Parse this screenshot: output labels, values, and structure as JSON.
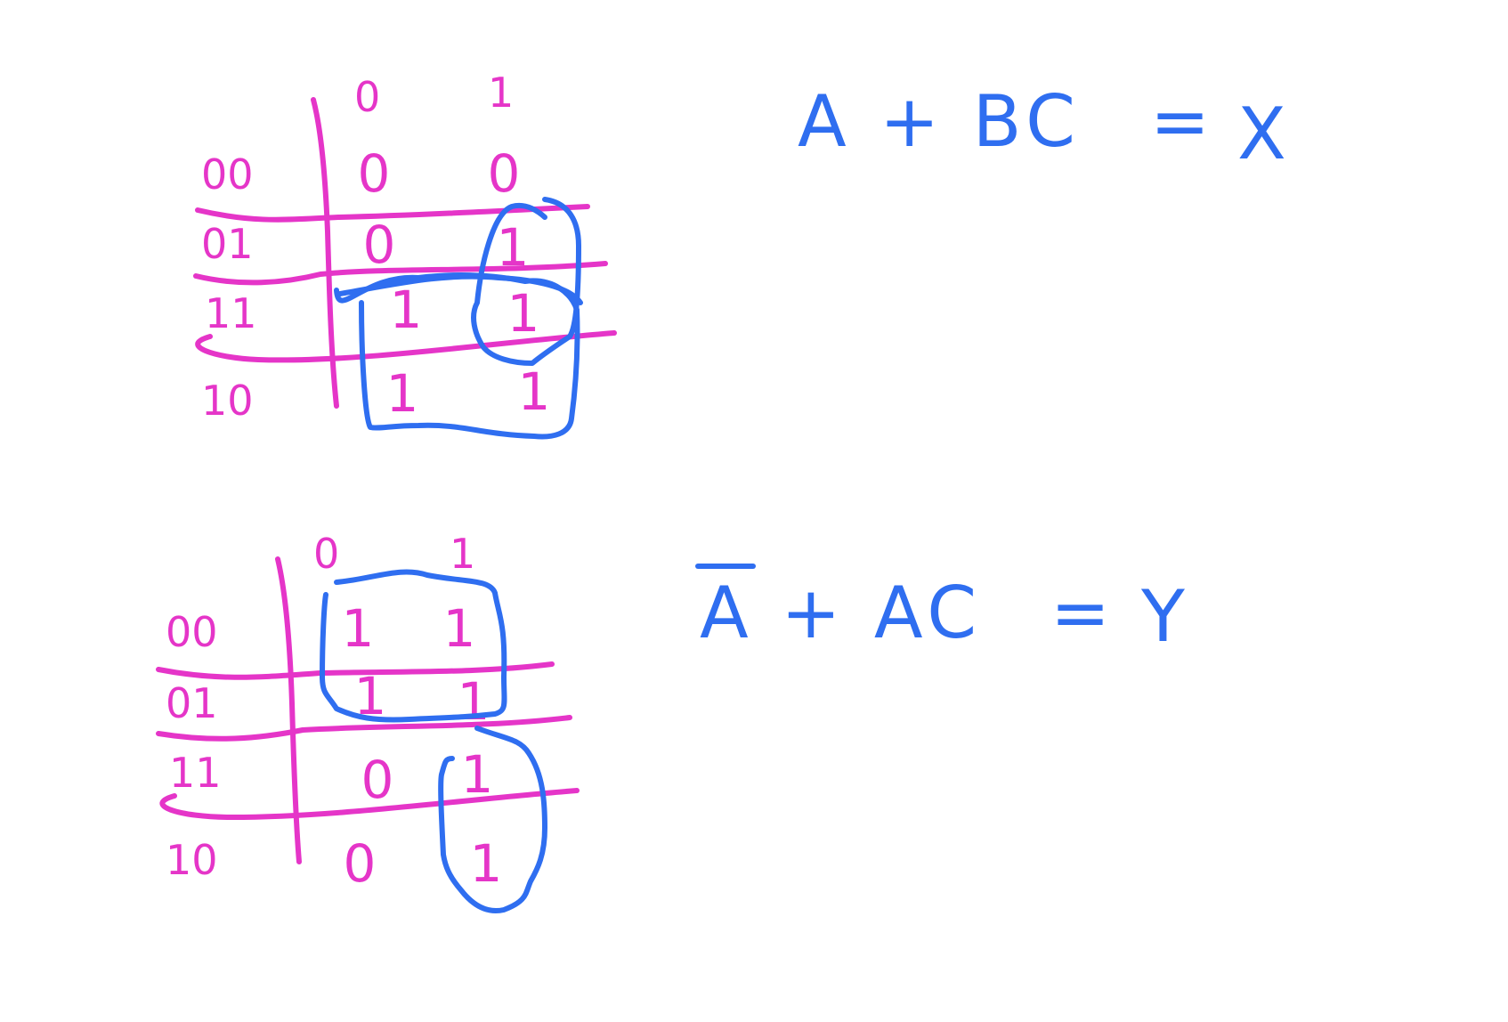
{
  "colors": {
    "pink": "#e535c8",
    "blue": "#2f6ef0",
    "background": "#ffffff"
  },
  "kmap_x": {
    "col_headers": [
      "0",
      "1"
    ],
    "row_headers": [
      "00",
      "01",
      "11",
      "10"
    ],
    "cells": [
      [
        "0",
        "0"
      ],
      [
        "0",
        "1"
      ],
      [
        "1",
        "1"
      ],
      [
        "1",
        "1"
      ]
    ]
  },
  "kmap_y": {
    "col_headers": [
      "0",
      "1"
    ],
    "row_headers": [
      "00",
      "01",
      "11",
      "10"
    ],
    "cells": [
      [
        "1",
        "1"
      ],
      [
        "1",
        "1"
      ],
      [
        "0",
        "1"
      ],
      [
        "0",
        "1"
      ]
    ]
  },
  "equation_x": {
    "terms": "A + BC",
    "equals": "=",
    "output": "X"
  },
  "equation_y": {
    "term_barred": "A",
    "rest": " + AC",
    "equals": "=",
    "output": "Y"
  }
}
